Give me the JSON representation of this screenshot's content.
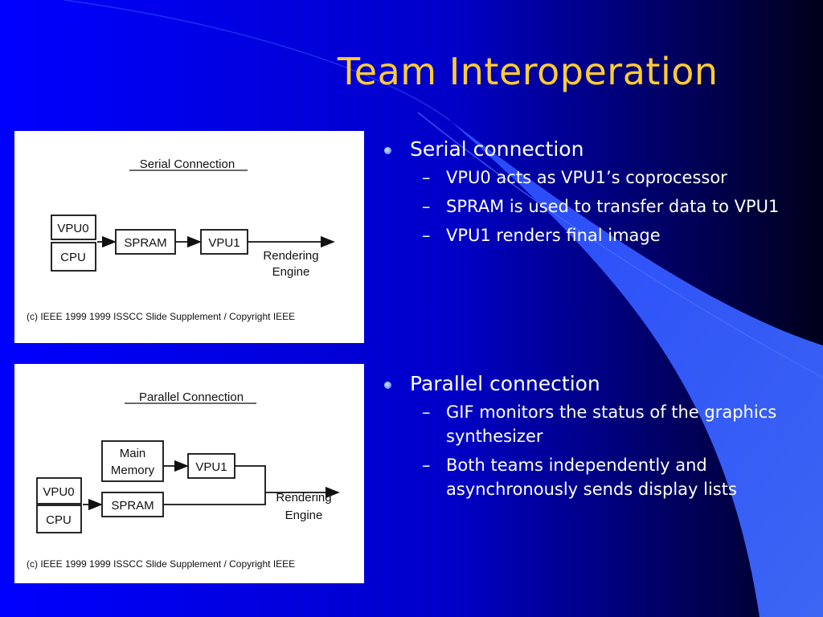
{
  "slide": {
    "title": "Team Interoperation",
    "colors": {
      "background_left": "#0000ff",
      "background_right": "#000022",
      "title": "#ffcc33",
      "bullet_text": "#ffffff",
      "swoosh": "#3355ff"
    }
  },
  "figure_serial": {
    "title": "Serial Connection",
    "box_vpu0": "VPU0",
    "box_cpu": "CPU",
    "box_spram": "SPRAM",
    "box_vpu1": "VPU1",
    "output_line1": "Rendering",
    "output_line2": "Engine",
    "copyright": "(c) IEEE 1999 1999 ISSCC Slide Supplement / Copyright IEEE"
  },
  "figure_parallel": {
    "title": "Parallel Connection",
    "box_main_line1": "Main",
    "box_main_line2": "Memory",
    "box_vpu1": "VPU1",
    "box_vpu0": "VPU0",
    "box_cpu": "CPU",
    "box_spram": "SPRAM",
    "output_line1": "Rendering",
    "output_line2": "Engine",
    "copyright": "(c) IEEE 1999 1999 ISSCC Slide Supplement / Copyright IEEE"
  },
  "bullets": [
    {
      "text": "Serial connection",
      "subs": [
        "VPU0 acts as VPU1’s coprocessor",
        "SPRAM is used to transfer data to VPU1",
        "VPU1 renders final image"
      ]
    },
    {
      "text": "Parallel connection",
      "subs": [
        "GIF monitors the status of the graphics synthesizer",
        "Both teams independently and asynchronously sends display lists"
      ]
    }
  ],
  "dash_glyph": "–"
}
